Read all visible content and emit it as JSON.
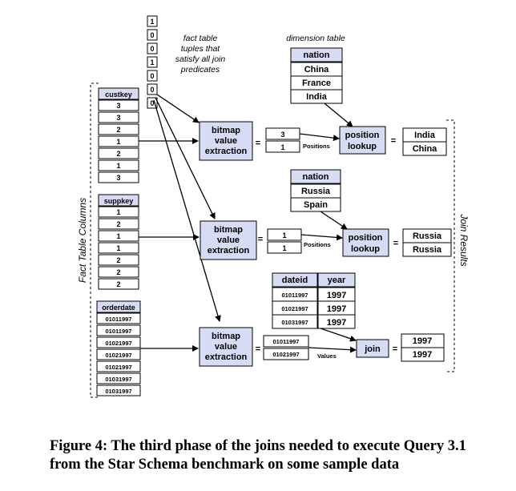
{
  "bitmap_column": [
    "1",
    "0",
    "0",
    "1",
    "0",
    "0",
    "0"
  ],
  "fact_table_note": [
    "fact table",
    "tuples that",
    "satisfy all join",
    "predicates"
  ],
  "dimension_table_label": "dimension table",
  "fact_columns_label": "Fact Table Columns",
  "join_results_label": "Join Results",
  "custkey": {
    "header": "custkey",
    "values": [
      "3",
      "3",
      "2",
      "1",
      "2",
      "1",
      "3"
    ]
  },
  "suppkey": {
    "header": "suppkey",
    "values": [
      "1",
      "2",
      "1",
      "1",
      "2",
      "2",
      "2"
    ]
  },
  "orderdate": {
    "header": "orderdate",
    "values": [
      "01011997",
      "01011997",
      "01021997",
      "01021997",
      "01021997",
      "01031997",
      "01031997"
    ]
  },
  "extraction_label": [
    "bitmap",
    "value",
    "extraction"
  ],
  "extracted_1": [
    "3",
    "1"
  ],
  "extracted_2": [
    "1",
    "1"
  ],
  "extracted_3": [
    "01011997",
    "01021997"
  ],
  "positions_label": "Positions",
  "values_label": "Values",
  "lookup_label": [
    "position",
    "lookup"
  ],
  "join_label": "join",
  "equals": "=",
  "dim_nation_1": {
    "header": "nation",
    "values": [
      "China",
      "France",
      "India"
    ]
  },
  "dim_nation_2": {
    "header": "nation",
    "values": [
      "Russia",
      "Spain"
    ]
  },
  "dim_date": {
    "headers": [
      "dateid",
      "year"
    ],
    "rows": [
      [
        "01011997",
        "1997"
      ],
      [
        "01021997",
        "1997"
      ],
      [
        "01031997",
        "1997"
      ]
    ]
  },
  "result_1": [
    "India",
    "China"
  ],
  "result_2": [
    "Russia",
    "Russia"
  ],
  "result_3": [
    "1997",
    "1997"
  ],
  "caption": "Figure 4: The third phase of the joins needed to execute Query 3.1 from the Star Schema benchmark on some sample data"
}
